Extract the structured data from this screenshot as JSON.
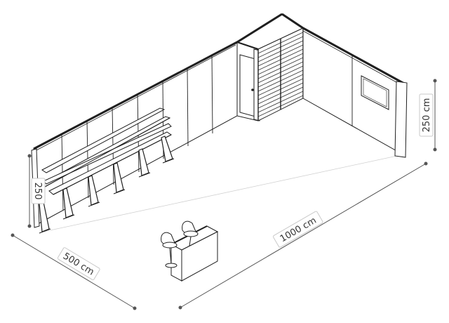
{
  "dimensions": {
    "back_wall_height": "250 cm",
    "left_wall_height": "250",
    "depth": "500 cm",
    "length": "1000 cm"
  },
  "colors": {
    "line": "#1f1f1f",
    "dim_line": "#555555",
    "wall_top": "#2a2a2a",
    "slat": "#3a3a3a"
  }
}
